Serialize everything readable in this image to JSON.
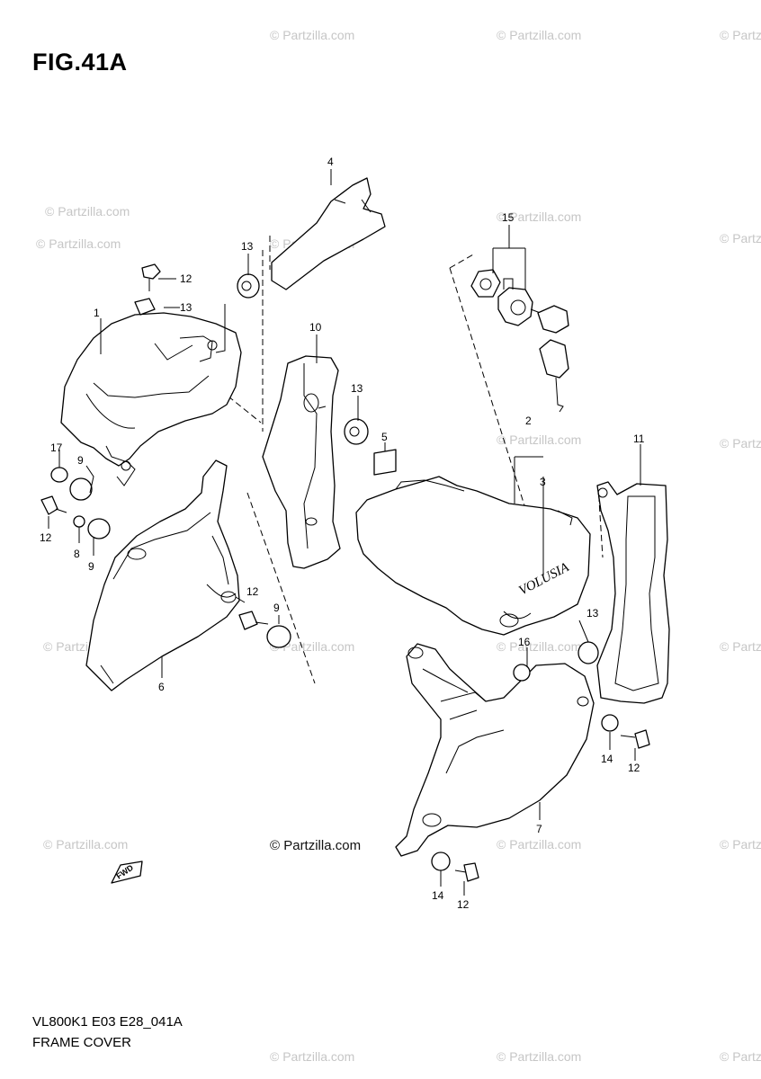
{
  "diagram": {
    "title": "FIG.41A",
    "model_code": "VL800K1 E03 E28_041A",
    "section_name": "FRAME COVER",
    "credit": "© Partzilla.com",
    "watermark": "© Partzilla.com",
    "emblem_text": "VOLUSIA",
    "arrow_label": "FWD",
    "callouts": [
      "1",
      "2",
      "3",
      "4",
      "5",
      "6",
      "7",
      "8",
      "9",
      "10",
      "11",
      "12",
      "13",
      "14",
      "15",
      "16",
      "17"
    ]
  }
}
